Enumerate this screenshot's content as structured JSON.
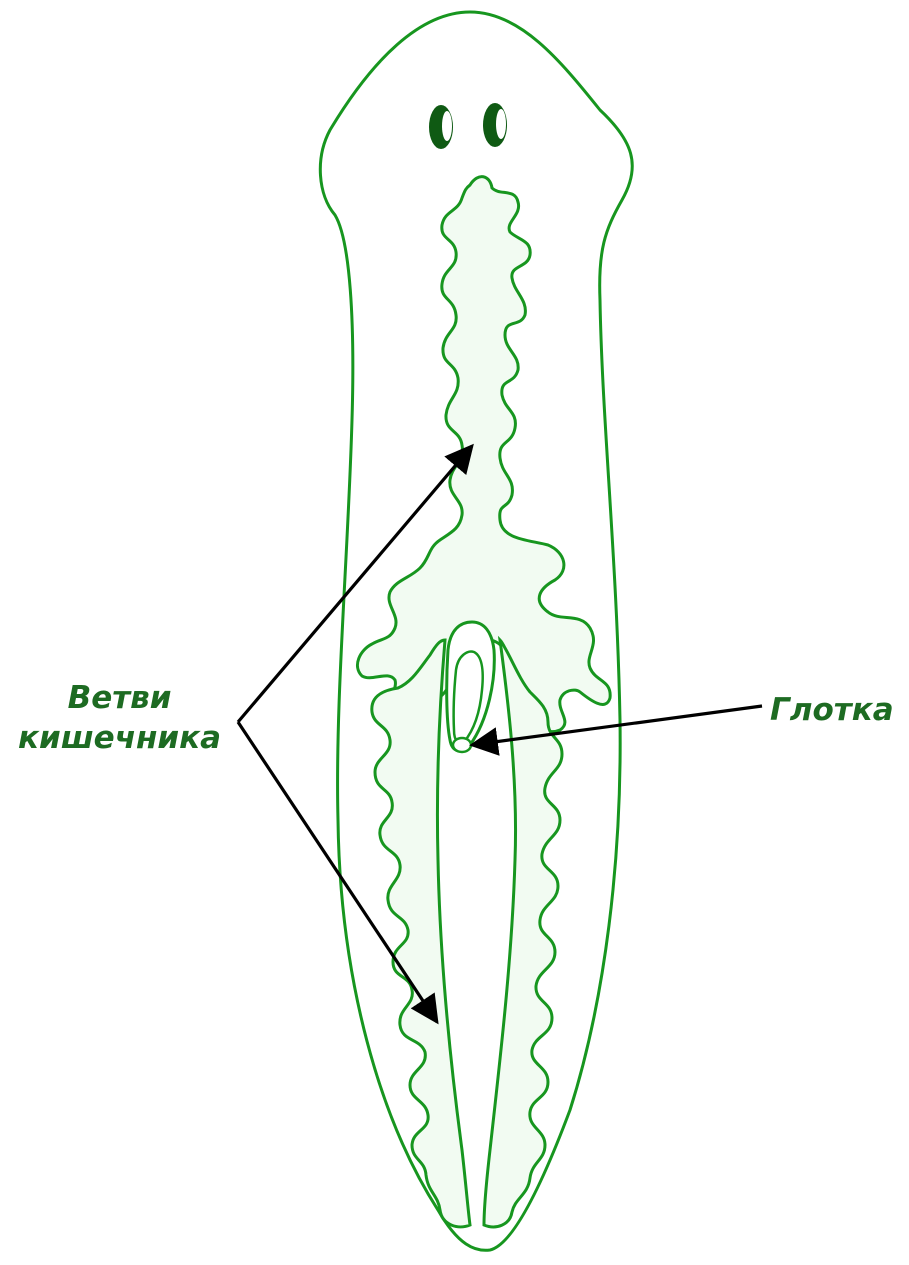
{
  "labels": {
    "intestine_branches": [
      "Ветви",
      "кишечника"
    ],
    "pharynx": "Глотка"
  },
  "colors": {
    "outline": "#17961f",
    "fill": "#f2fbf2",
    "eyes": "#0f5a13",
    "label_text": "#1d6b22",
    "arrow": "#000000"
  }
}
